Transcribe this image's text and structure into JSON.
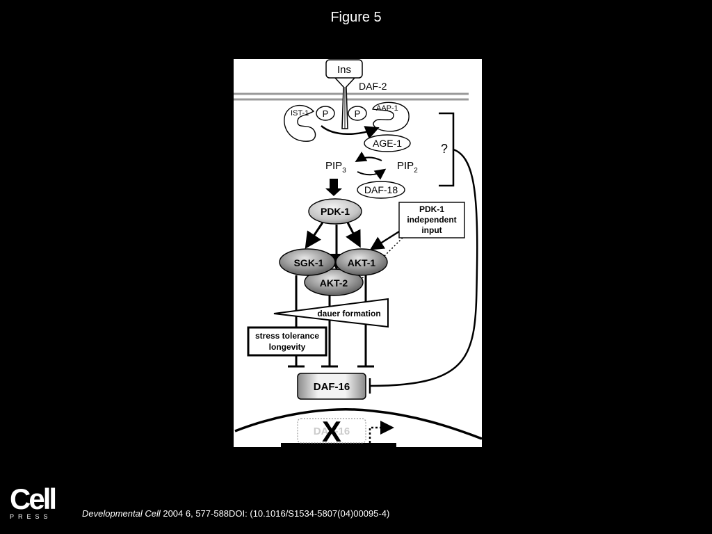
{
  "figure_title": "Figure 5",
  "diagram": {
    "ins": "Ins",
    "daf2": "DAF-2",
    "ist1": "IST-1",
    "p1": "P",
    "p2": "P",
    "aap1": "AAP-1",
    "age1": "AGE-1",
    "question": "?",
    "pip3_main": "PIP",
    "pip3_sub": "3",
    "pip2_main": "PIP",
    "pip2_sub": "2",
    "daf18": "DAF-18",
    "pdk1": "PDK-1",
    "pdk1_independent": [
      "PDK-1",
      "independent",
      "input"
    ],
    "sgk1": "SGK-1",
    "akt1": "AKT-1",
    "akt2": "AKT-2",
    "dauer_formation": "dauer formation",
    "stress_tolerance": [
      "stress tolerance",
      "longevity"
    ],
    "daf16": "DAF-16",
    "daf16_nuclear": "DAF-16",
    "x_mark": "X"
  },
  "footer": {
    "logo_word": "Cell",
    "logo_press": "PRESS",
    "citation_journal": "Developmental Cell",
    "citation_rest": " 2004 6, 577-588DOI: (10.1016/S1534-5807(04)00095-4)"
  },
  "colors": {
    "background": "#000000",
    "panel": "#ffffff",
    "ink": "#000000",
    "node_gray": "#8a8a8a",
    "node_light": "#d0d0d0"
  }
}
